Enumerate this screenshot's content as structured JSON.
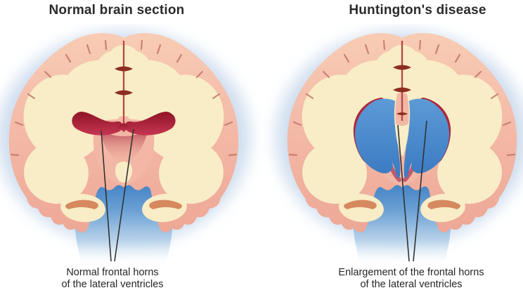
{
  "page": {
    "background": "#ffffff"
  },
  "palette": {
    "cortex_pink": "#f3b7a5",
    "cortex_pink_light": "#f8ccb8",
    "cortex_deep": "#eda390",
    "white_matter_cream": "#f8edc6",
    "ventricle_red_dark": "#8f1325",
    "ventricle_red": "#b02338",
    "ventricle_rim_rose": "#c25a6b",
    "csf_blue": "#3f81c4",
    "csf_blue_light": "#bcd6ec",
    "halo_blue": "#cddcee",
    "temporal_band_orange": "#d6895f",
    "fissure_red": "#b14a42",
    "spindle_red": "#8c2e20",
    "sulcus_mark": "#c27767",
    "pointer_line": "#323232",
    "text": "#2b2b2b"
  },
  "panels": [
    {
      "id": "normal-brain",
      "title": "Normal brain section",
      "caption_line1": "Normal frontal horns",
      "caption_line2": "of the lateral ventricles"
    },
    {
      "id": "huntingtons-disease",
      "title": "Huntington's disease",
      "caption_line1": "Enlargement of the frontal horns",
      "caption_line2": "of the lateral ventricles"
    }
  ]
}
